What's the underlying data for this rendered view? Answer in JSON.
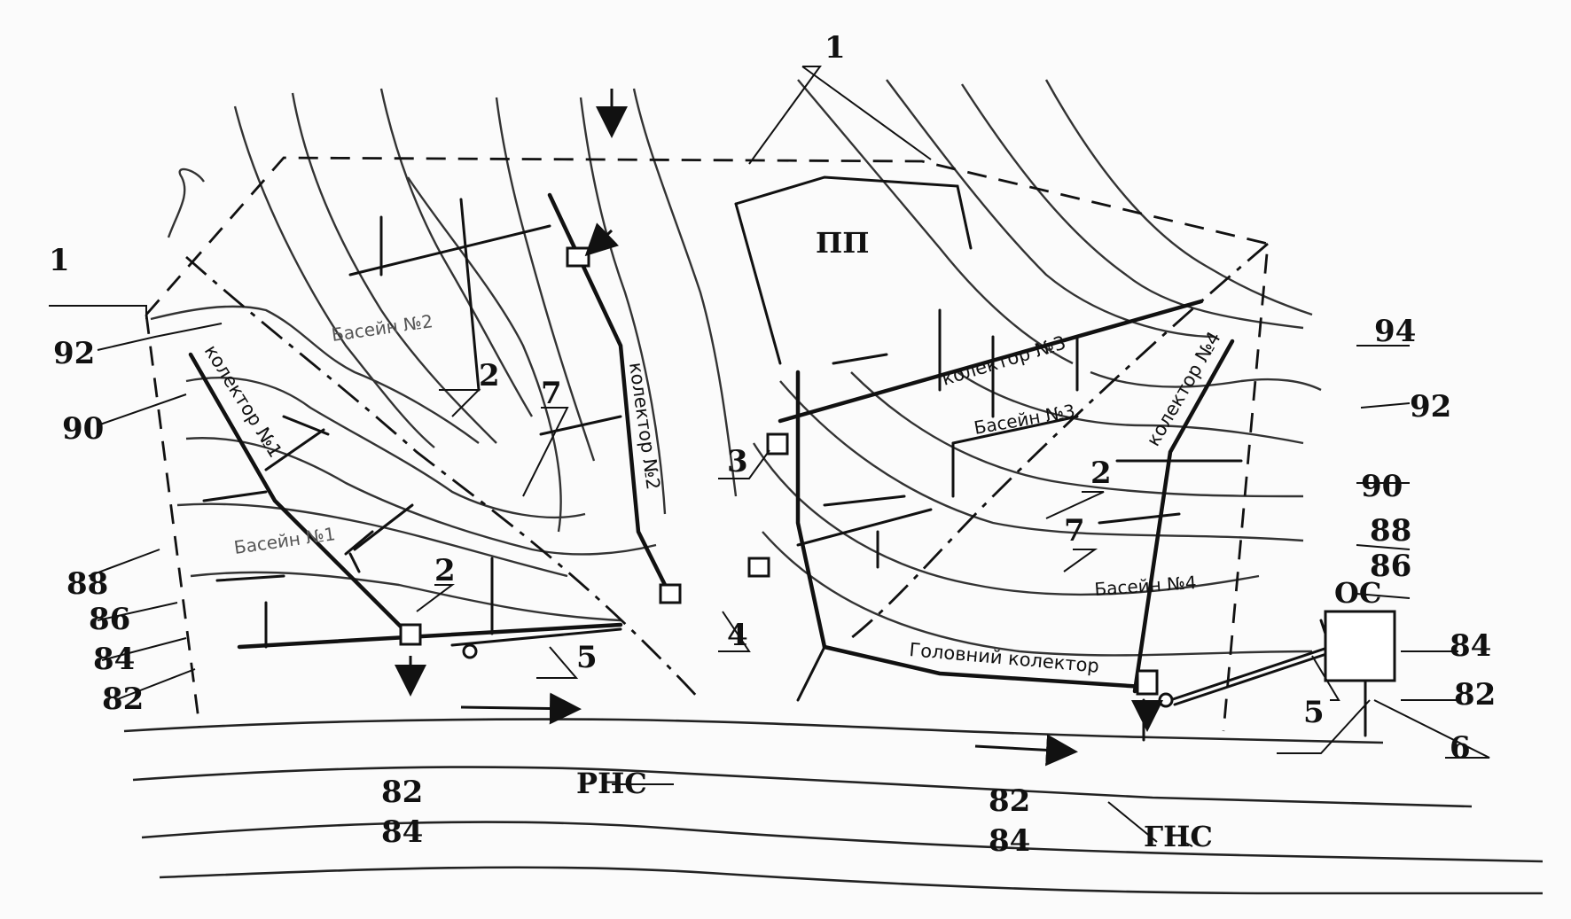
{
  "labels": {
    "basin1": "Басейн №1",
    "basin2": "Басейн №2",
    "basin3": "Басейн №3",
    "basin4": "Басейн №4",
    "collector1": "колектор №1",
    "collector2": "колектор №2",
    "collector3": "колектор №3",
    "collector4": "колектор №4",
    "main_collector": "Головний колектор",
    "industrial_site": "ПП",
    "regional_pump": "РНС",
    "main_pump": "ГНС",
    "treatment": "ОС"
  },
  "callouts": {
    "boundary": "1",
    "branch": "2",
    "pump_station": "3",
    "river_crossing": "4",
    "pressure_pipe": "5",
    "outlet": "6",
    "watershed": "7"
  },
  "elevations": {
    "e94": "94",
    "e92": "92",
    "e90": "90",
    "e88": "88",
    "e86": "86",
    "e84": "84",
    "e82": "82"
  }
}
